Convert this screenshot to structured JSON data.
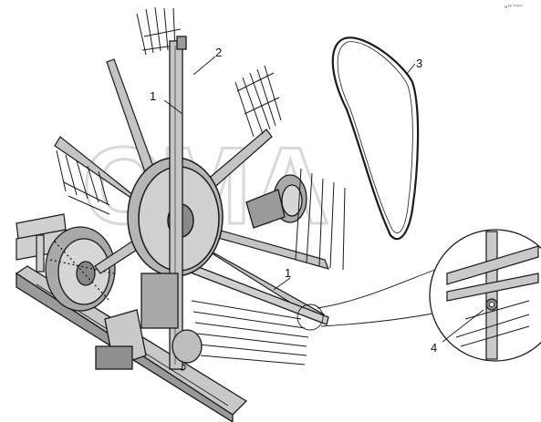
{
  "corner_mark": "a** ****",
  "watermark": {
    "text": "СМА",
    "color": "#d9d9d9"
  },
  "callouts": {
    "c1_upper": "1",
    "c1_lower": "1",
    "c2": "2",
    "c3": "3",
    "c4": "4"
  },
  "colors": {
    "line": "#1a1a1a",
    "metal": "#bdbdbd",
    "metal_dark": "#7a7a7a",
    "background": "#ffffff"
  }
}
